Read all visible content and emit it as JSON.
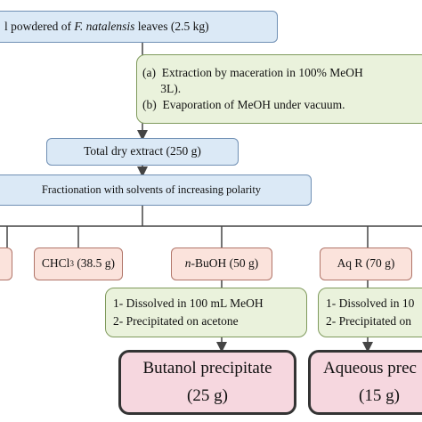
{
  "start": {
    "text_prefix": "l powdered of ",
    "text_italic": "F. natalensis",
    "text_suffix": " leaves (2.5 kg)"
  },
  "extraction_notes": [
    "(a)  Extraction by maceration in 100% MeOH",
    "      3L).",
    "(b)  Evaporation of MeOH under vacuum."
  ],
  "total_extract": "Total dry extract (250 g)",
  "fractionation": "Fractionation with solvents of increasing polarity",
  "fractions": {
    "chcl3": {
      "prefix": "CHCl",
      "sub": "3",
      "suffix": " (38.5 g)"
    },
    "nbuoh": {
      "italic": "n",
      "suffix": "-BuOH (50 g)"
    },
    "aqr": "Aq R (70 g)"
  },
  "butanol_steps": [
    "1- Dissolved in 100 mL MeOH",
    "2- Precipitated on acetone"
  ],
  "aqueous_steps": [
    "1- Dissolved in 10",
    "2- Precipitated on"
  ],
  "butanol_precipitate": {
    "name": "Butanol precipitate",
    "amount": "(25 g)"
  },
  "aqueous_precipitate": {
    "name": "Aqueous prec",
    "amount": "(15 g)"
  },
  "colors": {
    "blue_fill": "#dbe9f6",
    "green_fill": "#eaf2dc",
    "pink_fill": "#fbe3dc",
    "result_fill": "#f6d7df",
    "connector": "#444444"
  }
}
